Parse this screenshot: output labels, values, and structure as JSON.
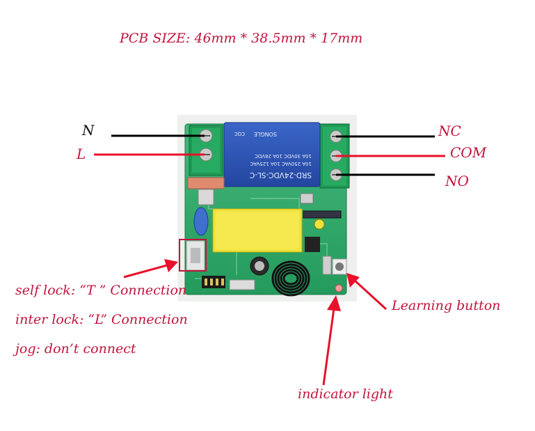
{
  "title": "PCB SIZE: 46mm * 38.5mm *  17mm",
  "wire_labels": {
    "n": "N",
    "l": "L",
    "nc": "NC",
    "com": "COM",
    "no": "NO"
  },
  "relay_text": {
    "model": "SRD-24VDC-SL-C",
    "line1": "10A 250VAC  10A 125VAC",
    "line2": "10A  30VDC  10A  28VDC",
    "brand": "SONGLE",
    "marks": "CQC"
  },
  "annotations": {
    "connection_notes": [
      "self lock: “T ” Connection",
      "inter lock: “L” Connection",
      "jog:  don’t connect"
    ],
    "learning_button": "Learning button",
    "indicator_light": "indicator light"
  },
  "colors": {
    "label_red": "#c0143c",
    "wire_red": "#e8102a",
    "wire_black": "#000000",
    "pcb_green": "#2fa56a",
    "relay_blue": "#2e54b4",
    "terminal_green": "#1f9a55",
    "capacitor_yellow": "#f2e23a"
  }
}
